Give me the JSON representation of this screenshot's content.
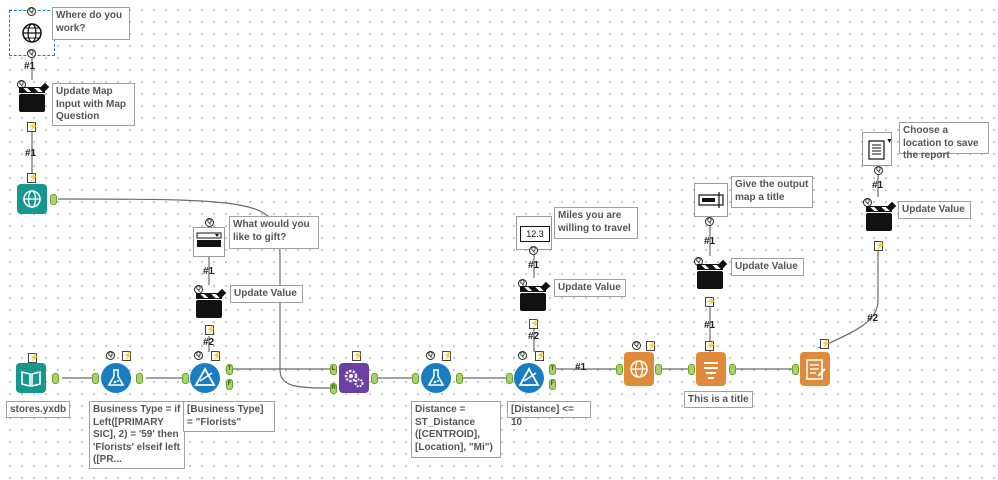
{
  "canvas": {
    "tools": {
      "map_question": {
        "icon": "globe-icon",
        "label": "Where do you work?"
      },
      "action_map_input": {
        "icon": "clapboard-icon",
        "label": "Update Map Input with Map Question"
      },
      "map_input": {
        "icon": "globe-icon"
      },
      "text_input_data": {
        "icon": "book-icon",
        "label": "stores.yxdb"
      },
      "formula_business": {
        "icon": "flask-icon",
        "label": "Business Type = if Left([PRIMARY SIC], 2) = '59' then 'Florists' elseif left ([PR..."
      },
      "filter_business": {
        "icon": "filter-icon",
        "label": "[Business Type] = \"Florists\""
      },
      "dropdown_question": {
        "icon": "dropdown-icon",
        "label": "What would you like to gift?"
      },
      "action_update_value_1": {
        "icon": "clapboard-icon",
        "label": "Update Value"
      },
      "spatial_process": {
        "icon": "gears-icon"
      },
      "formula_distance": {
        "icon": "flask-icon",
        "label": "Distance = ST_Distance ([CENTROID], [Location], \"Mi\")"
      },
      "numeric_question": {
        "icon": "numeric-updown-icon",
        "value": "12.3",
        "label": "Miles you are willing to travel"
      },
      "action_update_value_2": {
        "icon": "clapboard-icon",
        "label": "Update Value"
      },
      "filter_distance": {
        "icon": "filter-icon",
        "label": "[Distance] <= 10"
      },
      "report_map": {
        "icon": "globe-icon"
      },
      "textbox_question": {
        "icon": "textbox-icon",
        "label": "Give the output map a title"
      },
      "action_update_value_3": {
        "icon": "clapboard-icon",
        "label": "Update Value"
      },
      "report_text": {
        "icon": "report-text-icon",
        "label": "This is a title"
      },
      "file_browse": {
        "icon": "file-browse-icon",
        "label": "Choose a location to save the report"
      },
      "action_update_value_4": {
        "icon": "clapboard-icon",
        "label": "Update Value"
      },
      "render": {
        "icon": "render-icon"
      }
    },
    "connections": {
      "c1": "#1",
      "c2": "#1",
      "c3": "#1",
      "c4": "#2",
      "c5": "#1",
      "c6": "#2",
      "c7": "#1",
      "c8": "#1",
      "c9": "#1",
      "c10": "#1",
      "c11": "#2"
    },
    "ports": {
      "true": "T",
      "false": "F",
      "left": "L",
      "right": "R"
    },
    "colors": {
      "interface_teal": "#16988f",
      "preparation_blue": "#1a7cc1",
      "spatial_purple": "#6c3fa2",
      "reporting_orange": "#e08b3c",
      "anchor_green": "#a8d26a"
    }
  }
}
